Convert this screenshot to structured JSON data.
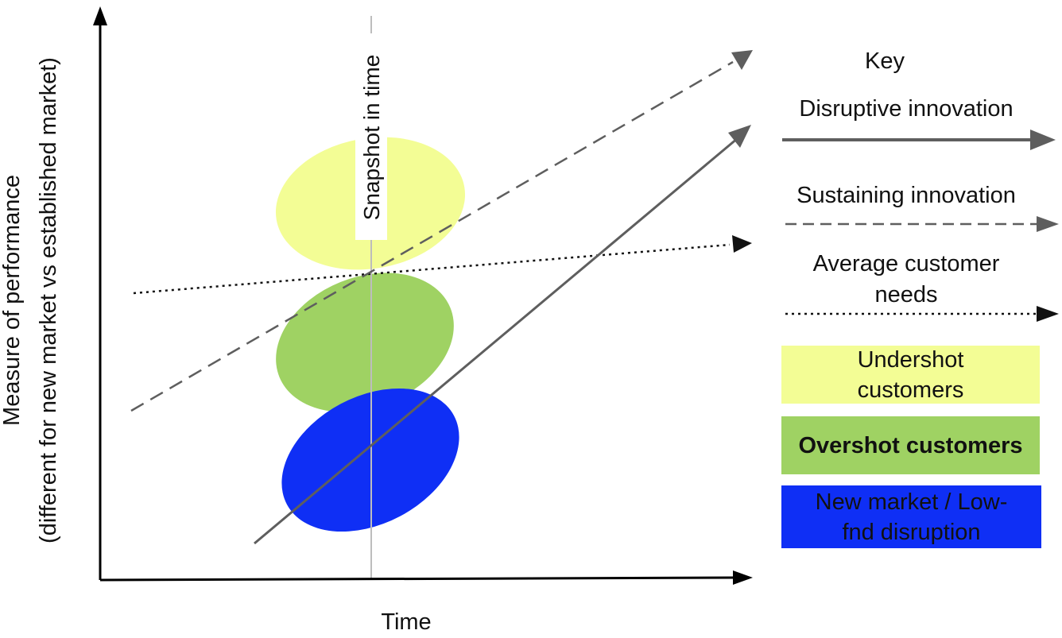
{
  "axes": {
    "x_label": "Time",
    "y_label_line1": "Measure of performance",
    "y_label_line2": "(different for new market vs established market)"
  },
  "snapshot": {
    "label": "Snapshot in time"
  },
  "key": {
    "title": "Key",
    "disruptive_label": "Disruptive innovation",
    "sustaining_label": "Sustaining innovation",
    "average_label_line1": "Average customer",
    "average_label_line2": "needs",
    "undershot_line1": "Undershot",
    "undershot_line2": "customers",
    "overshot": "Overshot customers",
    "newmarket_line1": "New market / Low-",
    "newmarket_line2": "fnd disruption"
  },
  "colors": {
    "undershot": "#f3fd95",
    "overshot": "#9fd263",
    "newmarket": "#0f2ff5",
    "line_gray": "#5e5e5e",
    "axis": "#000000",
    "snapshot_line": "#bdbdbd"
  }
}
